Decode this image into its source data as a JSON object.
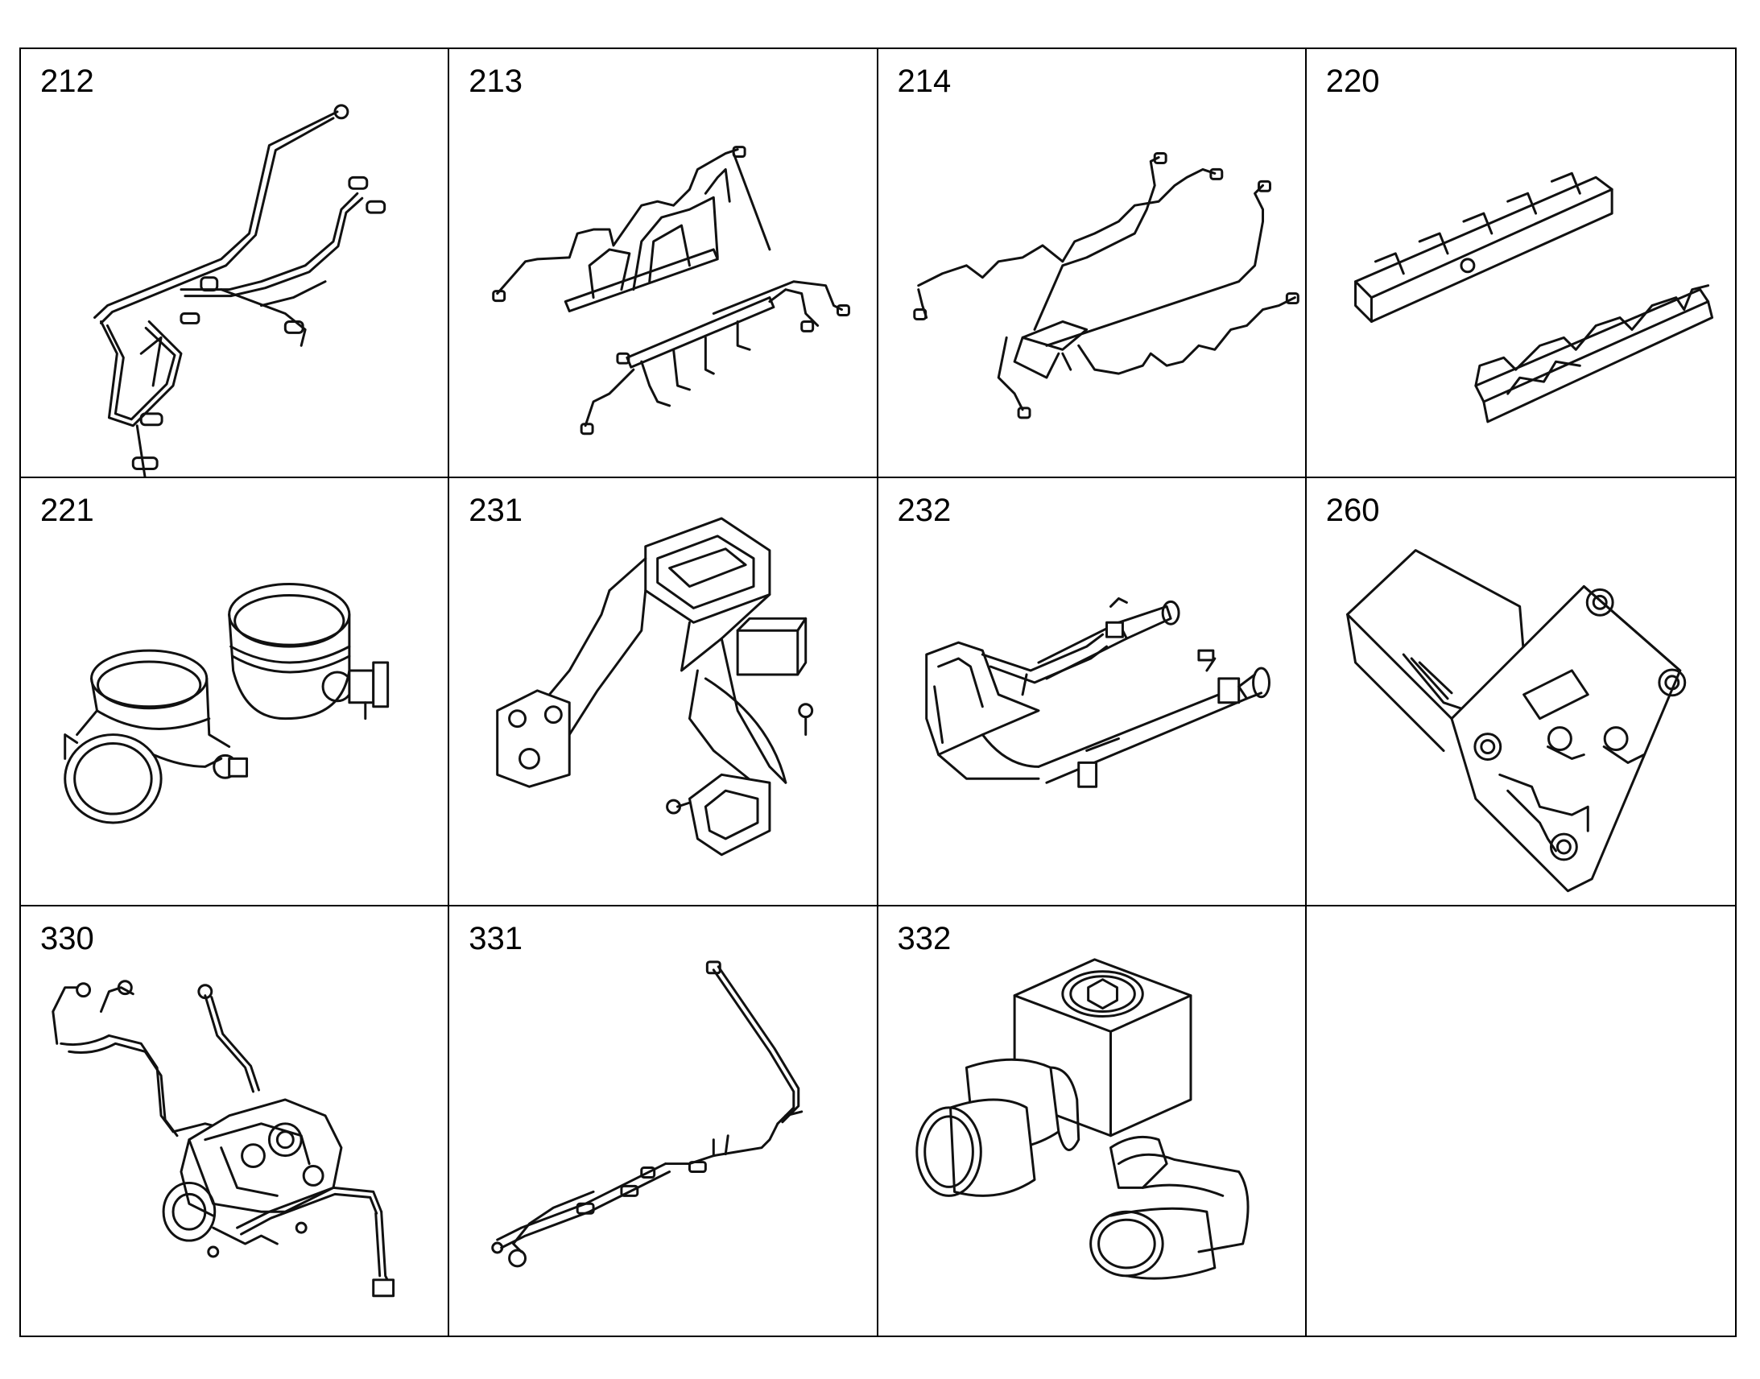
{
  "parts": [
    {
      "number": "212",
      "icon": "fuel-line-harness-icon"
    },
    {
      "number": "213",
      "icon": "injector-line-harness-icon"
    },
    {
      "number": "214",
      "icon": "wiring-harness-icon"
    },
    {
      "number": "220",
      "icon": "intake-manifold-rails-icon"
    },
    {
      "number": "221",
      "icon": "pipe-elbow-pair-icon"
    },
    {
      "number": "231",
      "icon": "intake-elbow-assembly-icon"
    },
    {
      "number": "232",
      "icon": "coolant-pipe-assembly-icon"
    },
    {
      "number": "260",
      "icon": "mounting-plate-icon"
    },
    {
      "number": "330",
      "icon": "fuel-pump-assembly-icon"
    },
    {
      "number": "331",
      "icon": "fuel-line-icon"
    },
    {
      "number": "332",
      "icon": "tee-fitting-icon"
    },
    {
      "number": "",
      "icon": ""
    }
  ]
}
